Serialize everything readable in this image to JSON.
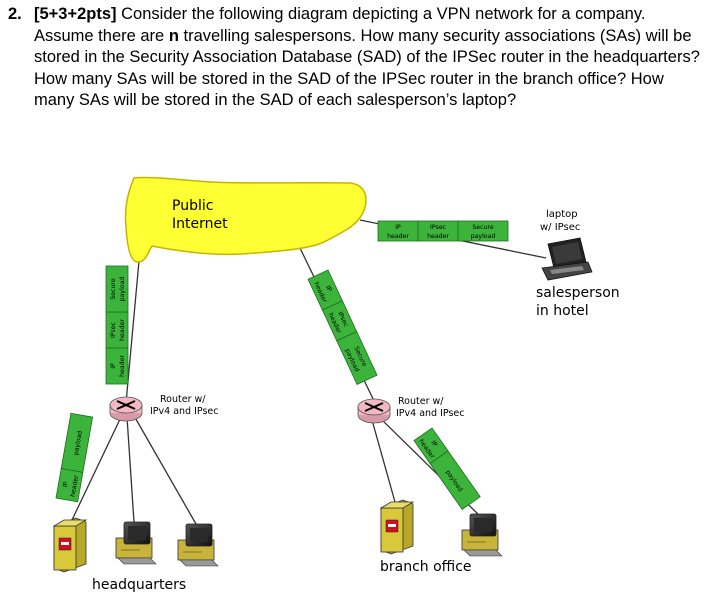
{
  "question": {
    "number": "2.",
    "points": "[5+3+2pts]",
    "text_before_n": " Consider the following diagram depicting a VPN network for a company. Assume there are ",
    "n": "n",
    "text_after_n": " travelling salespersons. How many security associations (SAs) will be stored in the Security Association Database (SAD) of the IPSec router in the headquarters? How many SAs will be stored in the SAD of the IPSec router in the branch office? How many SAs will be stored in the SAD of each salesperson’s laptop?"
  },
  "diagram": {
    "cloud_label_line1": "Public",
    "cloud_label_line2": "Internet",
    "laptop_label_line1": "laptop",
    "laptop_label_line2": "w/ IPsec",
    "salesperson_line1": "salesperson",
    "salesperson_line2": "in hotel",
    "router_hq_line1": "Router w/",
    "router_hq_line2": "IPv4 and IPsec",
    "router_branch_line1": "Router w/",
    "router_branch_line2": "IPv4 and IPsec",
    "headquarters": "headquarters",
    "branch_office": "branch office",
    "packet_top": {
      "f1_line1": "IP",
      "f1_line2": "header",
      "f2_line1": "IPsec",
      "f2_line2": "header",
      "f3_line1": "Secure",
      "f3_line2": "payload"
    },
    "packet_hq_upper": {
      "f1_line1": "IP",
      "f1_line2": "header",
      "f2_line1": "IPsec",
      "f2_line2": "header",
      "f3_line1": "Secure",
      "f3_line2": "payload"
    },
    "packet_hq_lower": {
      "f1_line1": "IP",
      "f1_line2": "header",
      "f2_line1": "payload"
    },
    "packet_branch_upper": {
      "f1_line1": "IP",
      "f1_line2": "header",
      "f2_line1": "IPsec",
      "f2_line2": "header",
      "f3_line1": "Secure",
      "f3_line2": "payload"
    },
    "packet_branch_lower": {
      "f1_line1": "IP",
      "f1_line2": "header",
      "f2_line1": "payload"
    },
    "colors": {
      "cloud_fill": "#ffff33",
      "cloud_stroke": "#c8b400",
      "packet_fill": "#3cb43c",
      "router_fill": "#f4b8c4",
      "server_fill": "#d9c93a"
    }
  }
}
